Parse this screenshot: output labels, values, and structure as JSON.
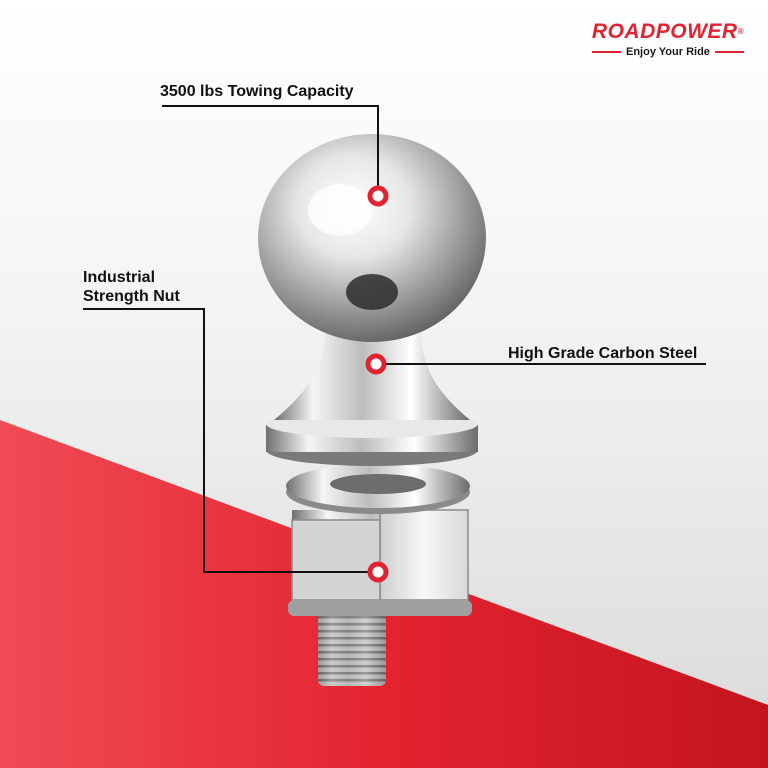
{
  "brand": {
    "name": "ROADPOWER",
    "registered": "®",
    "tagline": "Enjoy Your Ride",
    "color": "#e0242f"
  },
  "callouts": {
    "ball": {
      "label": "3500 lbs Towing Capacity"
    },
    "nut": {
      "label_line1": "Industrial",
      "label_line2": "Strength Nut"
    },
    "shank": {
      "label": "High Grade Carbon Steel"
    }
  },
  "colors": {
    "accent": "#e0242f",
    "band": "#e3242f",
    "marker_ring": "#e0242f",
    "line": "#111111",
    "chrome_light": "#f5f5f5",
    "chrome_dark": "#6f6f6f"
  },
  "product": {
    "subject": "trailer-hitch-ball-icon"
  }
}
